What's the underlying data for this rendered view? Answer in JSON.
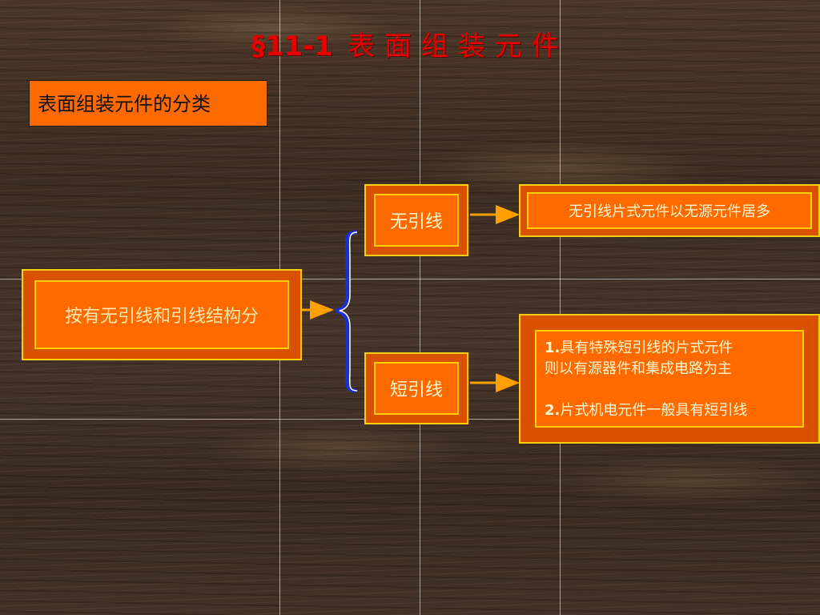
{
  "title": {
    "section": "§11-1",
    "text": "表面组装元件"
  },
  "category_label": "表面组装元件的分类",
  "classification": {
    "root": "按有无引线和引线结构分",
    "branches": [
      {
        "label": "无引线",
        "description": "无引线片式元件以无源元件居多"
      },
      {
        "label": "短引线",
        "points": [
          {
            "num": "1.",
            "lines": [
              "具有特殊短引线的片式元件",
              "则以有源器件和集成电路为主"
            ]
          },
          {
            "num": "2.",
            "lines": [
              "片式机电元件一般具有短引线"
            ]
          }
        ]
      }
    ]
  },
  "colors": {
    "box_fill": "#ff6a00",
    "box_border": "#ffd000",
    "title": "#e60000",
    "brace": "#1a2fd6",
    "arrow": "#ffa000"
  }
}
